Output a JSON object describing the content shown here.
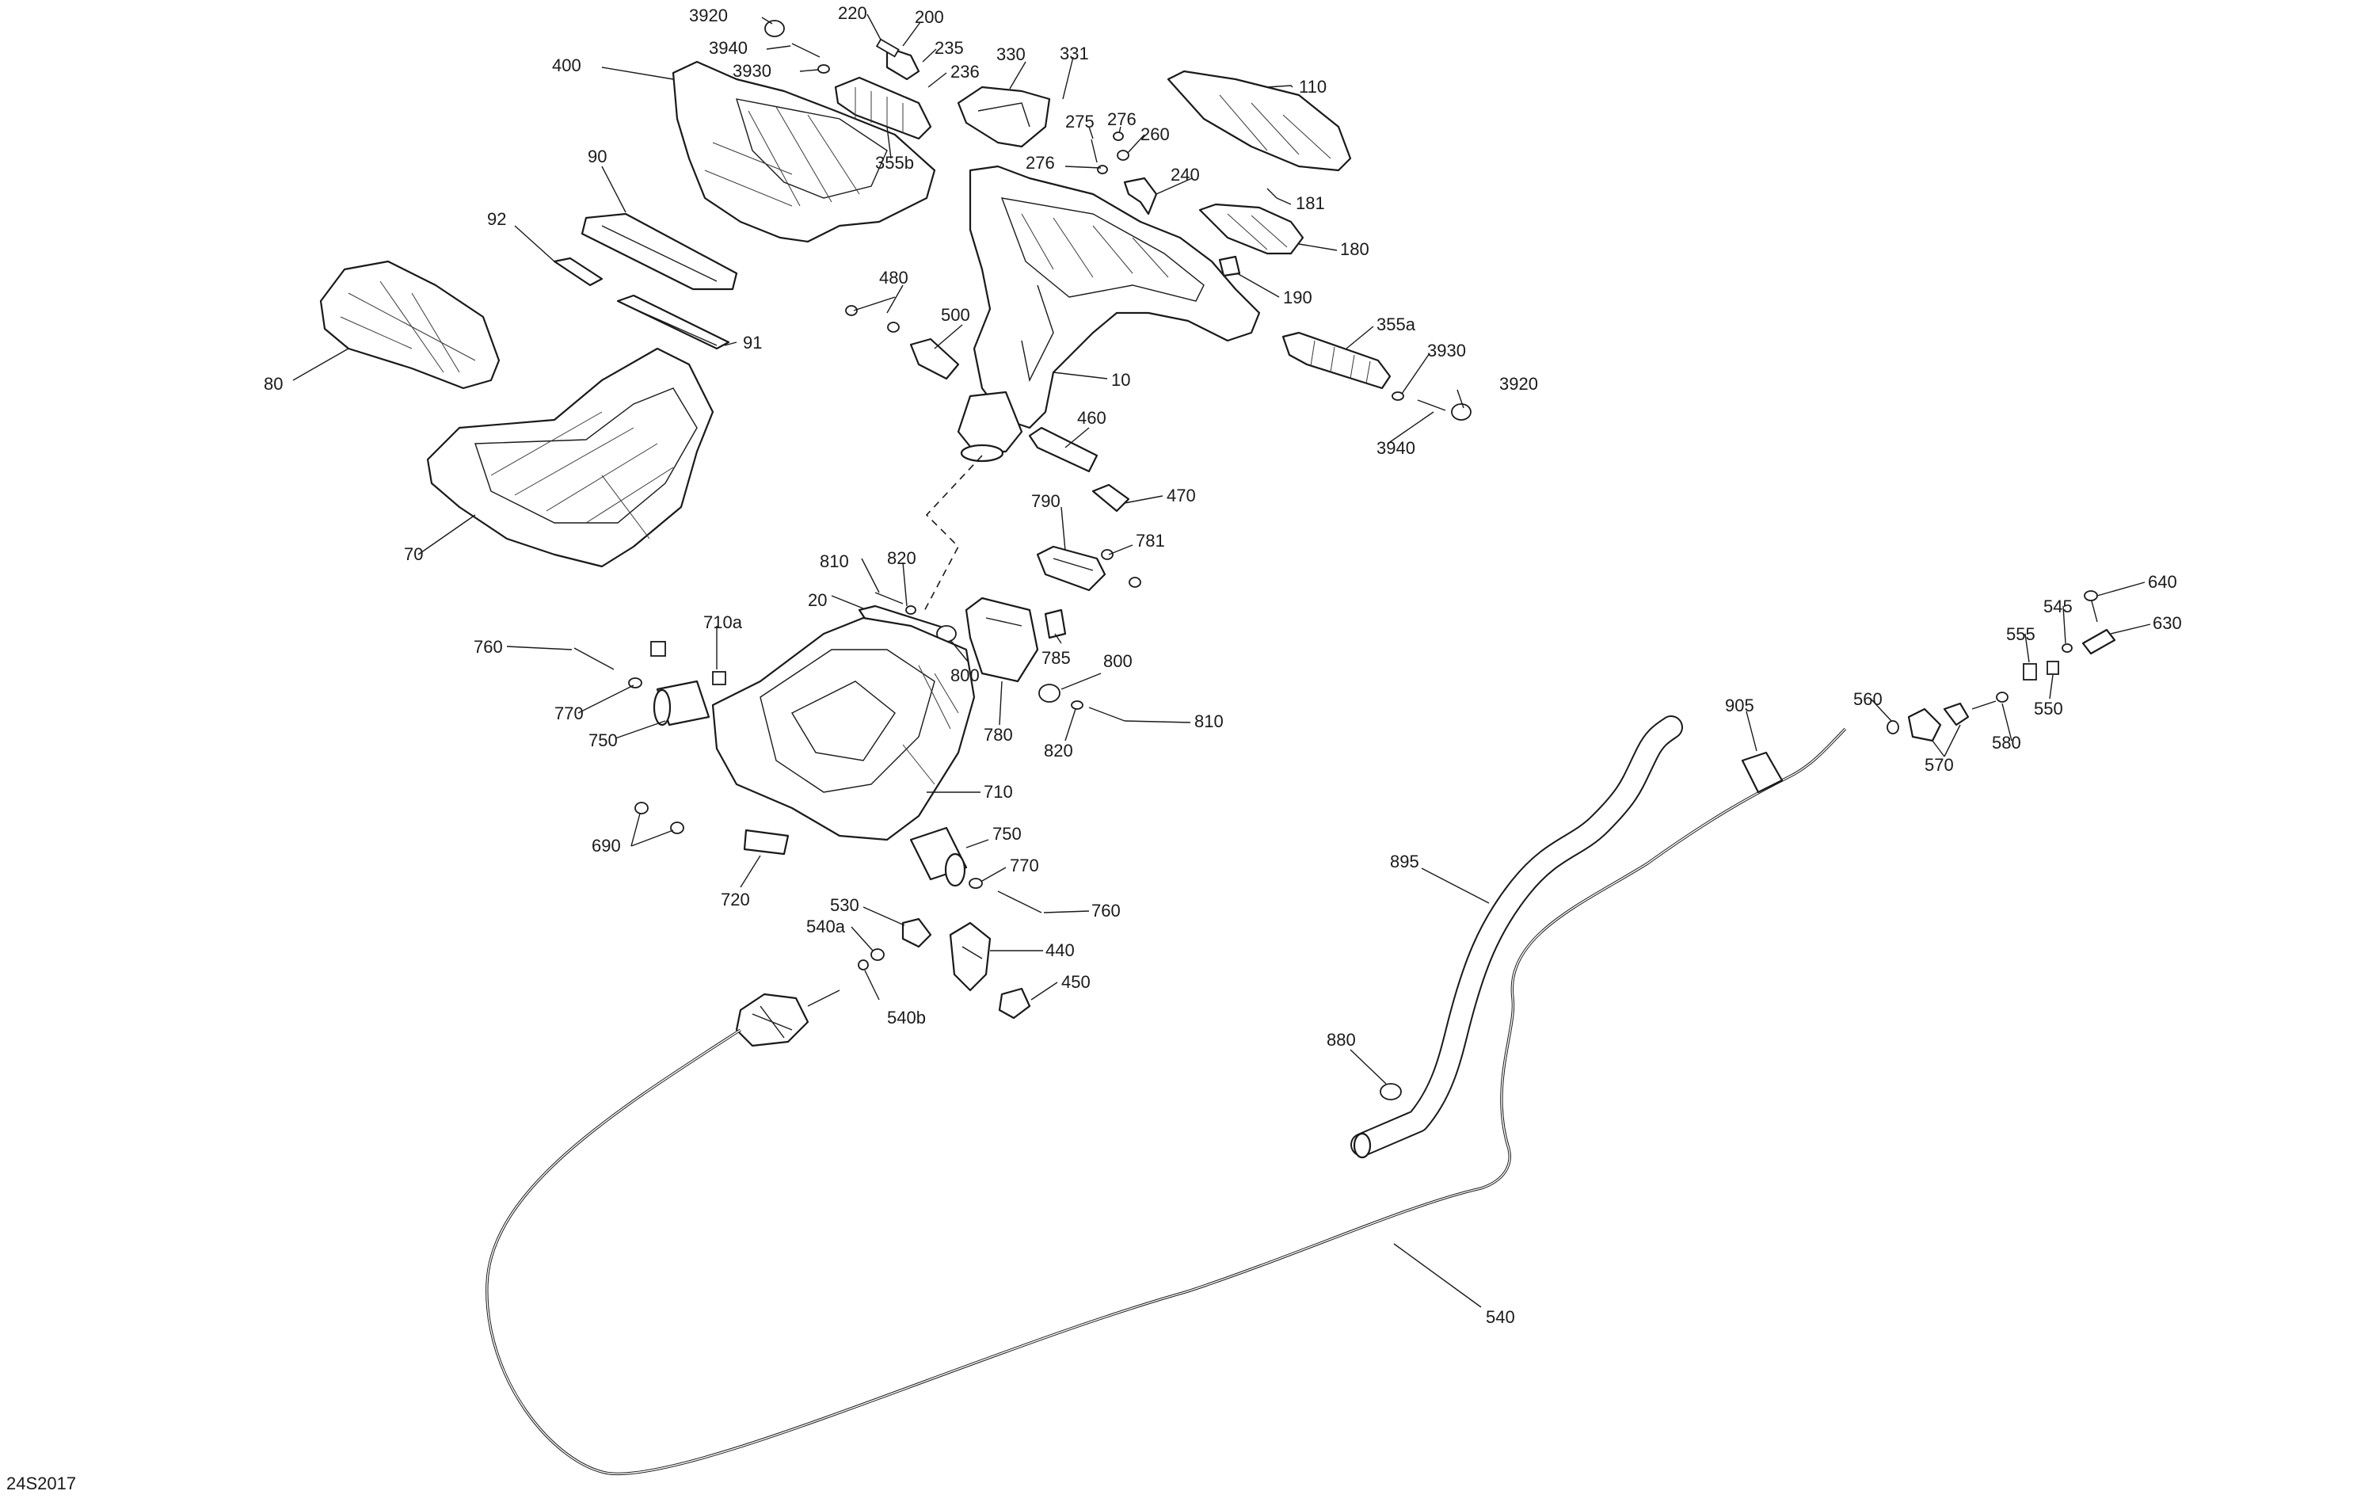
{
  "drawing_number": "24S2017",
  "labels": [
    {
      "id": "3920a",
      "text": "3920"
    },
    {
      "id": "220",
      "text": "220"
    },
    {
      "id": "200",
      "text": "200"
    },
    {
      "id": "3940a",
      "text": "3940"
    },
    {
      "id": "235",
      "text": "235"
    },
    {
      "id": "400",
      "text": "400"
    },
    {
      "id": "3930a",
      "text": "3930"
    },
    {
      "id": "236",
      "text": "236"
    },
    {
      "id": "330",
      "text": "330"
    },
    {
      "id": "331",
      "text": "331"
    },
    {
      "id": "110",
      "text": "110"
    },
    {
      "id": "275",
      "text": "275"
    },
    {
      "id": "276a",
      "text": "276"
    },
    {
      "id": "260",
      "text": "260"
    },
    {
      "id": "355b",
      "text": "355b"
    },
    {
      "id": "90",
      "text": "90"
    },
    {
      "id": "276b",
      "text": "276"
    },
    {
      "id": "240",
      "text": "240"
    },
    {
      "id": "181",
      "text": "181"
    },
    {
      "id": "92",
      "text": "92"
    },
    {
      "id": "180",
      "text": "180"
    },
    {
      "id": "190",
      "text": "190"
    },
    {
      "id": "480",
      "text": "480"
    },
    {
      "id": "500",
      "text": "500"
    },
    {
      "id": "355a",
      "text": "355a"
    },
    {
      "id": "91",
      "text": "91"
    },
    {
      "id": "3930b",
      "text": "3930"
    },
    {
      "id": "80",
      "text": "80"
    },
    {
      "id": "10",
      "text": "10"
    },
    {
      "id": "3920b",
      "text": "3920"
    },
    {
      "id": "460",
      "text": "460"
    },
    {
      "id": "3940b",
      "text": "3940"
    },
    {
      "id": "470",
      "text": "470"
    },
    {
      "id": "790",
      "text": "790"
    },
    {
      "id": "70",
      "text": "70"
    },
    {
      "id": "781",
      "text": "781"
    },
    {
      "id": "810a",
      "text": "810"
    },
    {
      "id": "820a",
      "text": "820"
    },
    {
      "id": "20",
      "text": "20"
    },
    {
      "id": "640",
      "text": "640"
    },
    {
      "id": "545",
      "text": "545"
    },
    {
      "id": "630",
      "text": "630"
    },
    {
      "id": "710a",
      "text": "710a"
    },
    {
      "id": "760a",
      "text": "760"
    },
    {
      "id": "785",
      "text": "785"
    },
    {
      "id": "555",
      "text": "555"
    },
    {
      "id": "800a",
      "text": "800"
    },
    {
      "id": "800b",
      "text": "800"
    },
    {
      "id": "770a",
      "text": "770"
    },
    {
      "id": "560",
      "text": "560"
    },
    {
      "id": "550",
      "text": "550"
    },
    {
      "id": "810b",
      "text": "810"
    },
    {
      "id": "905",
      "text": "905"
    },
    {
      "id": "750a",
      "text": "750"
    },
    {
      "id": "780",
      "text": "780"
    },
    {
      "id": "820b",
      "text": "820"
    },
    {
      "id": "580",
      "text": "580"
    },
    {
      "id": "570",
      "text": "570"
    },
    {
      "id": "710",
      "text": "710"
    },
    {
      "id": "690",
      "text": "690"
    },
    {
      "id": "750b",
      "text": "750"
    },
    {
      "id": "895",
      "text": "895"
    },
    {
      "id": "770b",
      "text": "770"
    },
    {
      "id": "720",
      "text": "720"
    },
    {
      "id": "530",
      "text": "530"
    },
    {
      "id": "760b",
      "text": "760"
    },
    {
      "id": "540a",
      "text": "540a"
    },
    {
      "id": "440",
      "text": "440"
    },
    {
      "id": "540b",
      "text": "540b"
    },
    {
      "id": "450",
      "text": "450"
    },
    {
      "id": "880",
      "text": "880"
    },
    {
      "id": "540",
      "text": "540"
    }
  ]
}
